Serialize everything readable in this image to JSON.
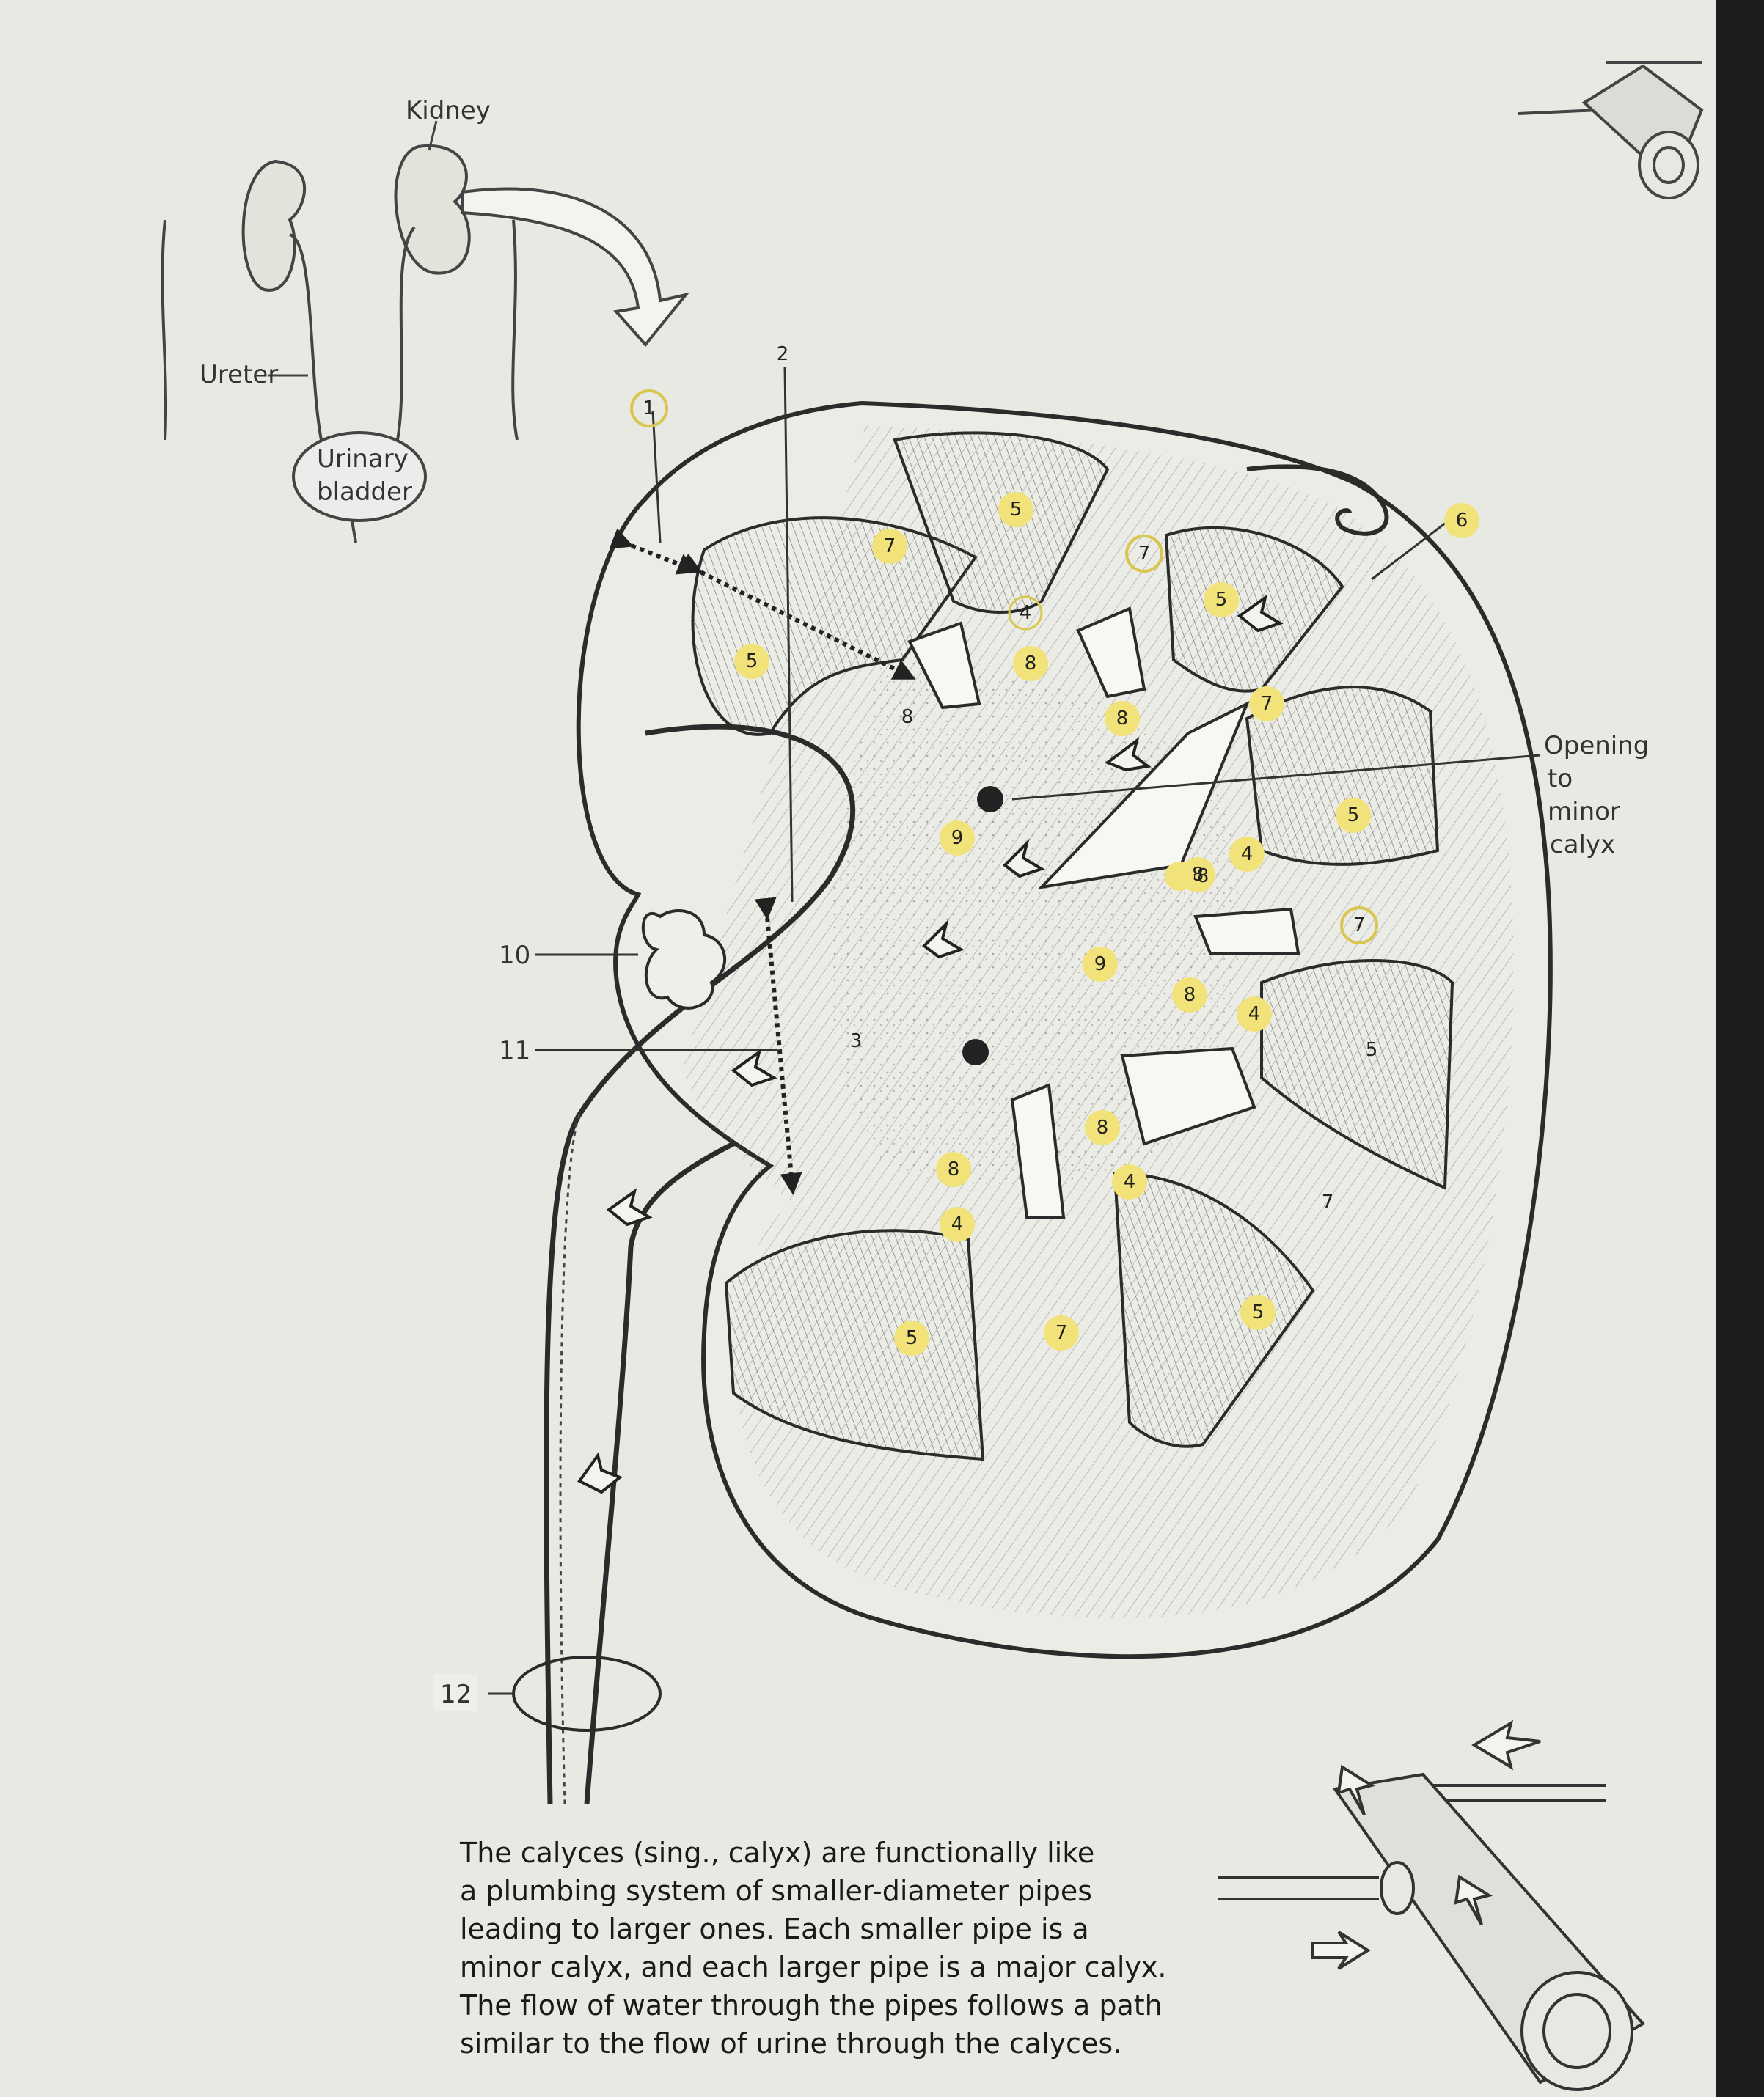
{
  "labels": {
    "kidney": "Kidney",
    "ureter": "Ureter",
    "bladder_1": "Urinary",
    "bladder_2": "bladder",
    "opening_1": "Opening",
    "opening_2": "to",
    "opening_3": "minor",
    "opening_4": "calyx"
  },
  "numbers": {
    "n1": "1",
    "n2": "2",
    "n3": "3",
    "n6": "6",
    "n10": "10",
    "n11": "11",
    "n12": "12",
    "p5a": "5",
    "p5b": "5",
    "p5c": "5",
    "p5d": "5",
    "p5e": "5",
    "p5f": "5",
    "p5g": "5",
    "c7a": "7",
    "c7b": "7",
    "c7c": "7",
    "c7d": "7",
    "c7e": "7",
    "c7f": "7",
    "m4a": "4",
    "m4b": "4",
    "m4c": "4",
    "m4d": "4",
    "m4e": "4",
    "h8a": "8",
    "h8b": "8",
    "h8c": "8",
    "h8d": "8",
    "h8e": "8",
    "h8f": "8",
    "h8g": "8",
    "h8h": "8",
    "s9a": "9",
    "s9b": "9"
  },
  "caption_lines": [
    "The calyces (sing., calyx) are functionally like",
    "a plumbing system of smaller-diameter pipes",
    "leading to larger ones. Each smaller pipe is a",
    "minor calyx, and each larger pipe is a major calyx.",
    "The flow of water through the pipes follows a path",
    "similar to the flow of urine through the calyces."
  ],
  "colors": {
    "paper": "#e9e9e4",
    "ink": "#333333",
    "highlight": "#f2e27a",
    "screen_bezel": "#1c1c1c"
  }
}
